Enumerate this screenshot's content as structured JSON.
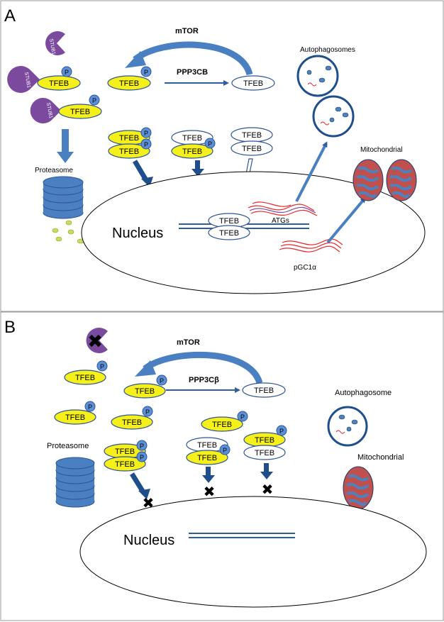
{
  "panels": {
    "a": {
      "letter": "A",
      "mtor": "mTOR",
      "phosphatase": "PPP3CB",
      "autophagosomes": "Autophagosomes",
      "mitochondrial": "Mitochondrial",
      "proteasome": "Proteasome",
      "nucleus": "Nucleus",
      "atgs": "ATGs",
      "pgc1a": "pGC1α"
    },
    "b": {
      "letter": "B",
      "mtor": "mTOR",
      "phosphatase": "PPP3Cβ",
      "autophagosome": "Autophagosome",
      "mitochondrial": "Mitochondrial",
      "proteasome": "Proteasome",
      "nucleus": "Nucleus"
    }
  },
  "labels": {
    "tfeb": "TFEB",
    "phospho": "P",
    "stub1": "STUB1"
  },
  "colors": {
    "tfeb_fill": "#f5ef1a",
    "tfeb_stroke": "#2f5597",
    "phospho_fill": "#5b8fd6",
    "arrow_blue": "#4a7fc1",
    "arrow_dark": "#1f4e8c",
    "stub1": "#7b4a9e",
    "proteasome": "#4a7fc1",
    "mito_outer": "#c0504d",
    "mito_inner": "#4f81bd",
    "dna_red": "#e8272b",
    "fragment": "#c6de5a"
  }
}
